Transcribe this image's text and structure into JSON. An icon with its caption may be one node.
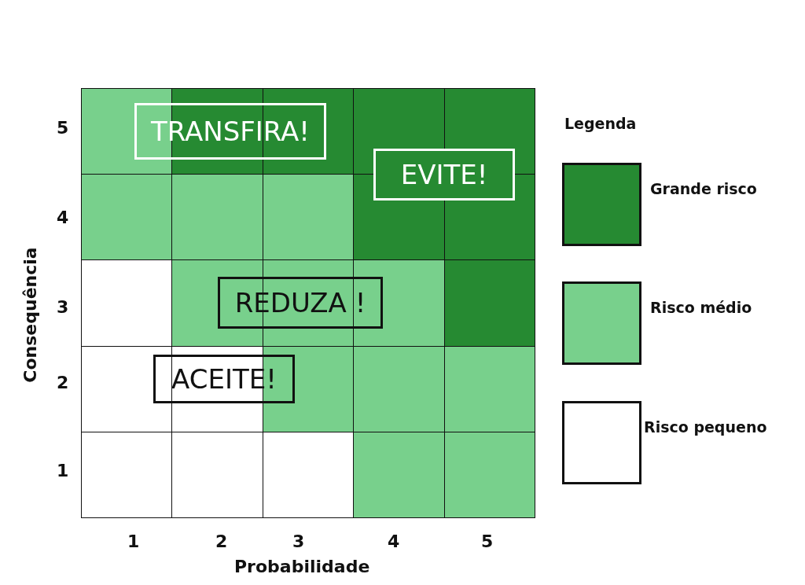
{
  "diagram": {
    "nodes": [
      {
        "text": [
          "TRANSFIRA!"
        ]
      },
      {
        "text": [
          "EVITE!"
        ]
      },
      {
        "text": [
          "REDUZA !"
        ]
      },
      {
        "text": [
          "ACEITE!"
        ]
      }
    ],
    "labels": [
      "5",
      "Legenda",
      "4",
      "3",
      "2",
      "1",
      "Consequência",
      "1",
      "2",
      "3",
      "4",
      "5",
      "Probabilidade"
    ],
    "legend": [
      {
        "text": "Grande risco",
        "color": "#268a32"
      },
      {
        "text": "Risco médio",
        "color": "#78d08c"
      },
      {
        "text": "Risco pequeno",
        "color": "#ffffff"
      }
    ]
  }
}
